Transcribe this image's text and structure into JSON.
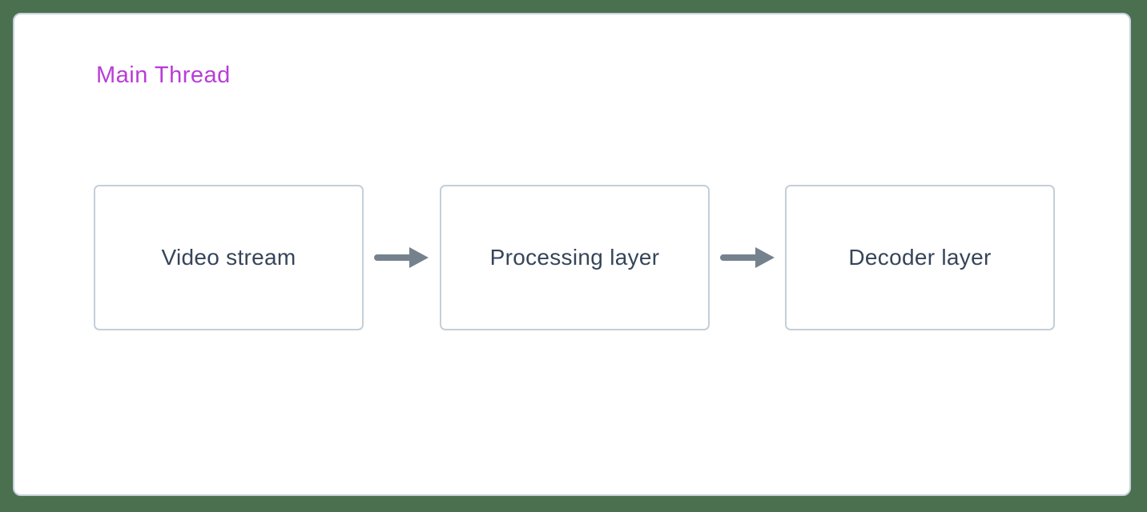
{
  "diagram": {
    "title": "Main Thread",
    "nodes": [
      {
        "id": "video-stream",
        "label": "Video stream"
      },
      {
        "id": "processing-layer",
        "label": "Processing layer"
      },
      {
        "id": "decoder-layer",
        "label": "Decoder layer"
      }
    ],
    "edges": [
      {
        "from": "video-stream",
        "to": "processing-layer",
        "icon": "arrow-right-icon"
      },
      {
        "from": "processing-layer",
        "to": "decoder-layer",
        "icon": "arrow-right-icon"
      }
    ],
    "colors": {
      "background": "#4a7050",
      "panel_background": "#ffffff",
      "panel_border": "#c6d1da",
      "node_border": "#c4cfd8",
      "node_text": "#36455a",
      "title_text": "#b93cd8",
      "arrow": "#75828e"
    }
  }
}
